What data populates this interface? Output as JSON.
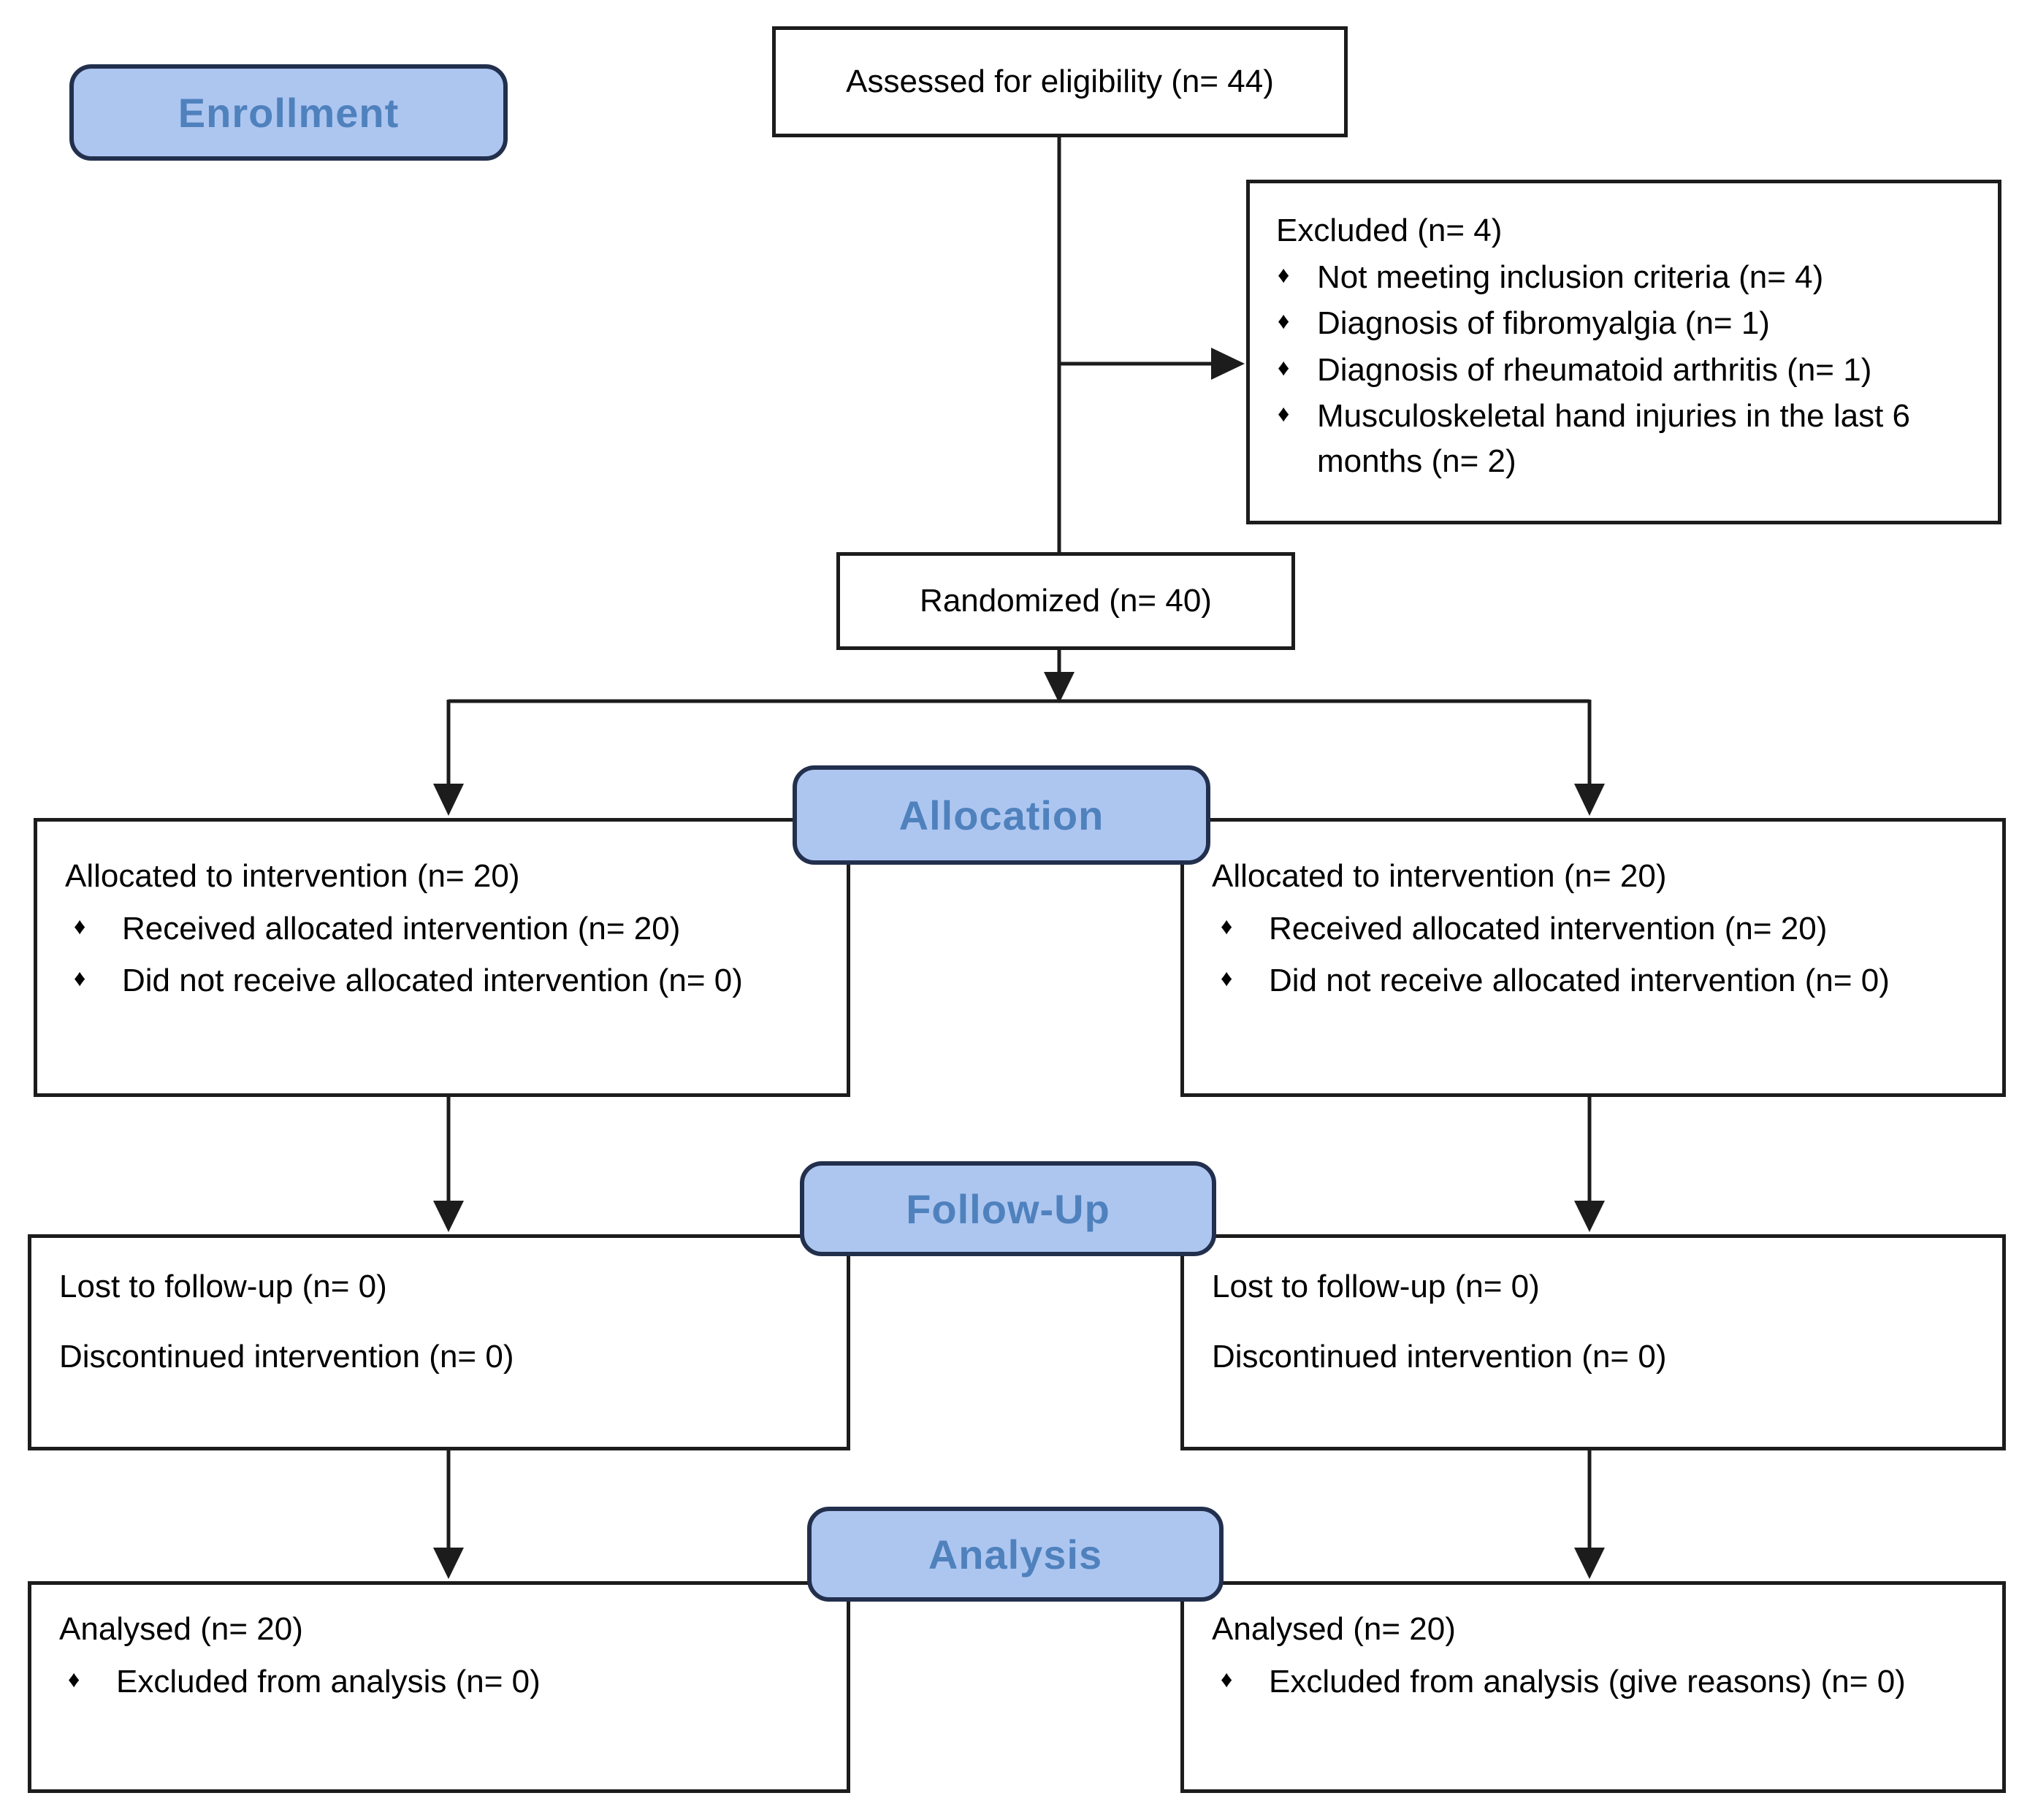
{
  "stages": {
    "enrollment": "Enrollment",
    "allocation": "Allocation",
    "followup": "Follow-Up",
    "analysis": "Analysis"
  },
  "bullet": "♦",
  "boxes": {
    "assessed": {
      "text": "Assessed for eligibility (n= 44)"
    },
    "excluded": {
      "title": "Excluded (n= 4)",
      "items": [
        "Not meeting inclusion criteria (n= 4)",
        "Diagnosis of fibromyalgia (n= 1)",
        "Diagnosis of rheumatoid arthritis (n= 1)",
        "Musculoskeletal hand injuries in the last 6 months (n= 2)"
      ]
    },
    "randomized": {
      "text": "Randomized (n= 40)"
    },
    "allocation_left": {
      "title": "Allocated to intervention (n= 20)",
      "items": [
        "Received allocated intervention (n= 20)",
        "Did not receive allocated intervention (n= 0)"
      ]
    },
    "allocation_right": {
      "title": "Allocated to intervention (n= 20)",
      "items": [
        "Received allocated intervention (n= 20)",
        "Did not receive allocated intervention (n= 0)"
      ]
    },
    "followup_left": {
      "line1": "Lost to follow-up (n= 0)",
      "line2": "Discontinued intervention (n= 0)"
    },
    "followup_right": {
      "line1": "Lost to follow-up (n= 0)",
      "line2": "Discontinued intervention (n= 0)"
    },
    "analysis_left": {
      "title": "Analysed (n= 20)",
      "items": [
        "Excluded from analysis (n= 0)"
      ]
    },
    "analysis_right": {
      "title": "Analysed (n= 20)",
      "items": [
        "Excluded from analysis (give reasons) (n= 0)"
      ]
    }
  },
  "colors": {
    "stage_label_fill": "#adc6f0",
    "stage_label_border": "#22304d",
    "stage_label_text": "#4f81bd",
    "box_border": "#1c1c1c",
    "connector_line": "#1c1c1c"
  }
}
